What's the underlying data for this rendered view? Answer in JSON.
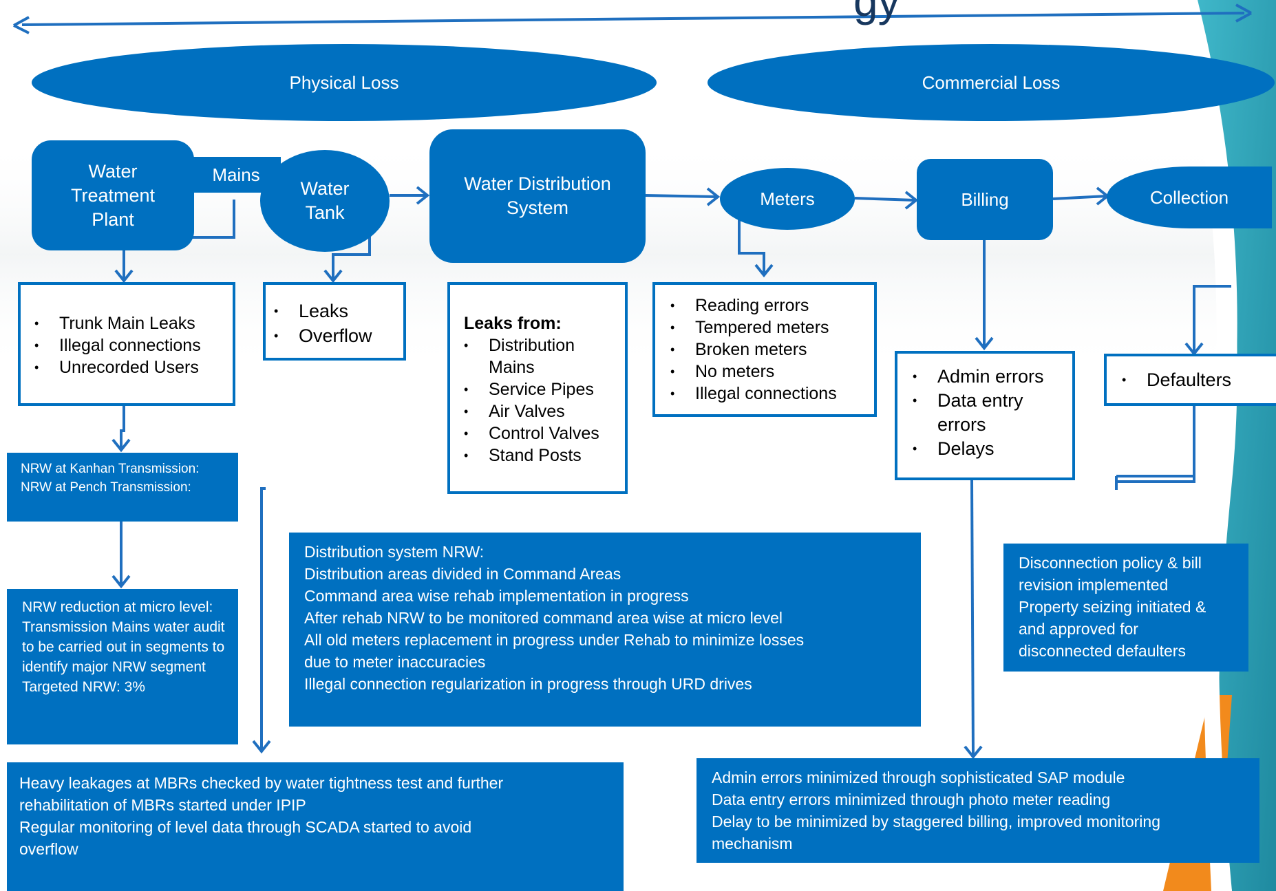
{
  "title_fragment": "gy",
  "loss_types": {
    "physical": "Physical Loss",
    "commercial": "Commercial Loss"
  },
  "flow": {
    "plant": [
      "Water",
      "Treatment",
      "Plant"
    ],
    "mains": "Mains",
    "tank": [
      "Water",
      "Tank"
    ],
    "distribution": [
      "Water Distribution",
      "System"
    ],
    "meters": "Meters",
    "billing": "Billing",
    "collection": "Collection"
  },
  "issues": {
    "plant": [
      "Trunk Main Leaks",
      "Illegal connections",
      "Unrecorded Users"
    ],
    "tank": [
      "Leaks",
      "Overflow"
    ],
    "distribution_heading": "Leaks from:",
    "distribution": [
      "Distribution Mains",
      "Service Pipes",
      "Air Valves",
      "Control Valves",
      "Stand Posts"
    ],
    "meters": [
      "Reading errors",
      "Tempered meters",
      "Broken meters",
      "No meters",
      "Illegal connections"
    ],
    "billing": [
      "Admin errors",
      "Data entry errors",
      "Delays"
    ],
    "collection": [
      "Defaulters"
    ]
  },
  "actions": {
    "transmission_nrw": [
      "NRW at Kanhan Transmission: NRW at Pench Transmission:"
    ],
    "micro_level": [
      "NRW reduction at micro level: Transmission Mains water audit to be carried out in segments to identify major NRW segment",
      "Targeted NRW: 3%"
    ],
    "distribution_nrw": [
      "Distribution system NRW:",
      "Distribution areas divided in Command Areas",
      "Command area wise rehab implementation in progress",
      "After rehab NRW to be monitored command area wise at micro level",
      "All old meters  replacement in progress under Rehab to minimize losses",
      "due to meter inaccuracies",
      "Illegal connection regularization in progress  through URD drives"
    ],
    "disconnection": [
      "Disconnection policy & bill",
      "revision implemented",
      "Property seizing initiated &",
      "and approved for",
      "disconnected defaulters"
    ],
    "mbr": [
      "Heavy leakages at MBRs checked by water tightness test and further",
      "rehabilitation of MBRs started under IPIP",
      "Regular monitoring of level data through SCADA started to avoid",
      "overflow"
    ],
    "billing_fix": [
      "Admin errors minimized through sophisticated SAP module",
      "Data entry errors minimized through photo meter reading",
      "Delay to be minimized by staggered billing, improved monitoring",
      "mechanism"
    ]
  },
  "colors": {
    "primary": "#0070c0",
    "box_border": "#0070c0",
    "arrow_line": "#1f6fbf",
    "accent_orange": "#f28a1c",
    "accent_teal": "#2aa6b8"
  }
}
